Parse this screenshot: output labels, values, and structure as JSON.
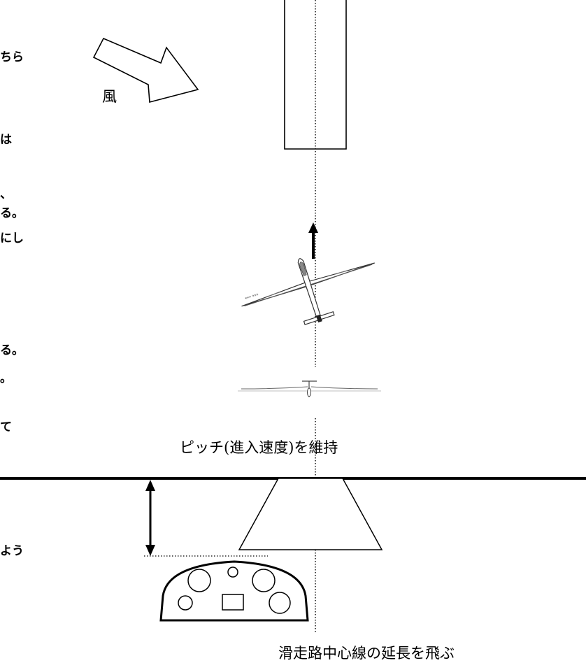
{
  "wind_label": "風",
  "pitch_label": "ピッチ(進入速度)を維持",
  "centerline_label": "滑走路中心線の延長を飛ぶ",
  "left_text_fragments": [
    "ちら",
    "は",
    "、",
    "る。",
    "にし",
    "る。",
    "。",
    "て",
    "よう"
  ],
  "icons": [
    "wind-arrow-icon",
    "runway-icon",
    "direction-arrow-icon",
    "glider-icon",
    "instrument-panel-icon"
  ]
}
